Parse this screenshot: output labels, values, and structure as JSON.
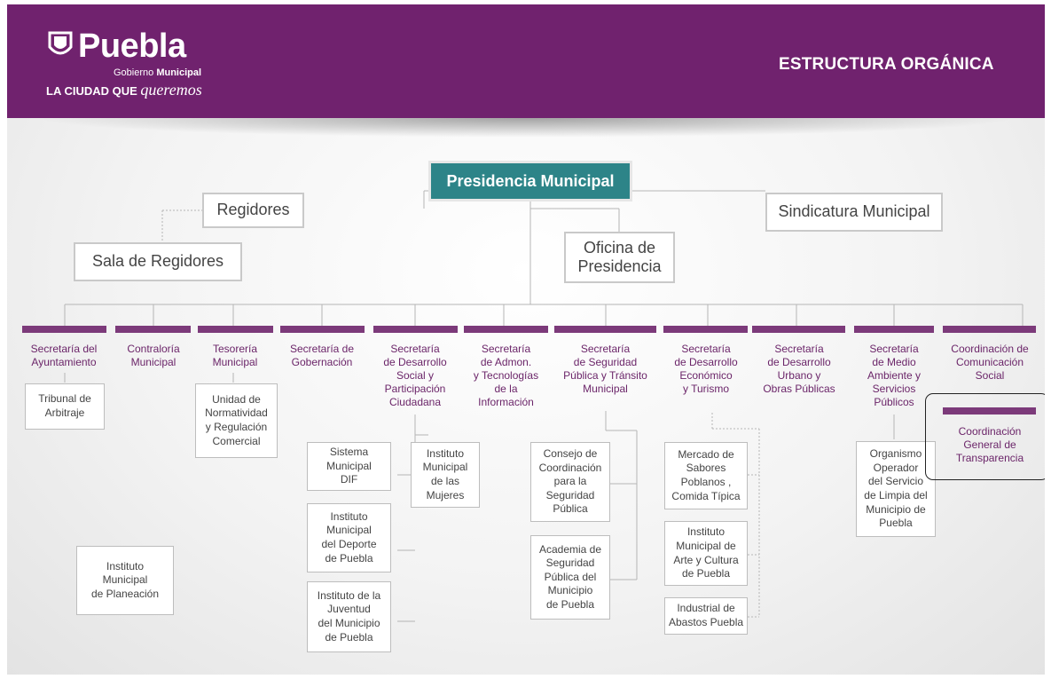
{
  "header": {
    "logo_word": "Puebla",
    "logo_sub_a": "Gobierno ",
    "logo_sub_b": "Municipal",
    "logo_tag_a": "LA CIUDAD QUE ",
    "logo_tag_b": "queremos",
    "title": "ESTRUCTURA ORGÁNICA"
  },
  "top": {
    "presidencia": "Presidencia Municipal",
    "regidores": "Regidores",
    "sala": "Sala de Regidores",
    "oficina": "Oficina de\nPresidencia",
    "sindicatura": "Sindicatura Municipal"
  },
  "secretarias": [
    "Secretaría del\nAyuntamiento",
    "Contraloría\nMunicipal",
    "Tesorería\nMunicipal",
    "Secretaría de\nGobernación",
    "Secretaría\nde Desarrollo\nSocial y\nParticipación\nCiudadana",
    "Secretaría\nde Admon.\ny Tecnologías\nde la\nInformación",
    "Secretaría\nde Seguridad\nPública y Tránsito\nMunicipal",
    "Secretaría\nde Desarrollo\nEconómico\ny Turismo",
    "Secretaría\nde Desarrollo\nUrbano y\nObras Públicas",
    "Secretaría\nde Medio\nAmbiente y\nServicios\nPúblicos",
    "Coordinación de\nComunicación\nSocial"
  ],
  "units": {
    "tribunal": "Tribunal de\nArbitraje",
    "normatividad": "Unidad de\nNormatividad\ny Regulación\nComercial",
    "dif": "Sistema\nMunicipal\nDIF",
    "deporte": "Instituto\nMunicipal\ndel Deporte\nde Puebla",
    "juventud": "Instituto de la\nJuventud\ndel Municipio\nde Puebla",
    "mujeres": "Instituto\nMunicipal\nde las\nMujeres",
    "consejo": "Consejo de\nCoordinación\npara la\nSeguridad\nPública",
    "academia": "Academia de\nSeguridad\nPública del\nMunicipio\nde Puebla",
    "mercado": "Mercado de\nSabores\nPoblanos ,\nComida Típica",
    "arte": "Instituto\nMunicipal de\nArte y Cultura\nde Puebla",
    "abastos": "Industrial de\nAbastos Puebla",
    "organismo": "Organismo\nOperador\ndel Servicio\nde Limpia del\nMunicipio de\nPuebla",
    "transparencia": "Coordinación\nGeneral de\nTransparencia",
    "planeacion": "Instituto\nMunicipal\nde Planeación"
  },
  "colors": {
    "header_bg": "#70226e",
    "accent_bar": "#7c3a7a",
    "presidencia_bg": "#2d8488",
    "secretaria_text": "#6b2569"
  }
}
